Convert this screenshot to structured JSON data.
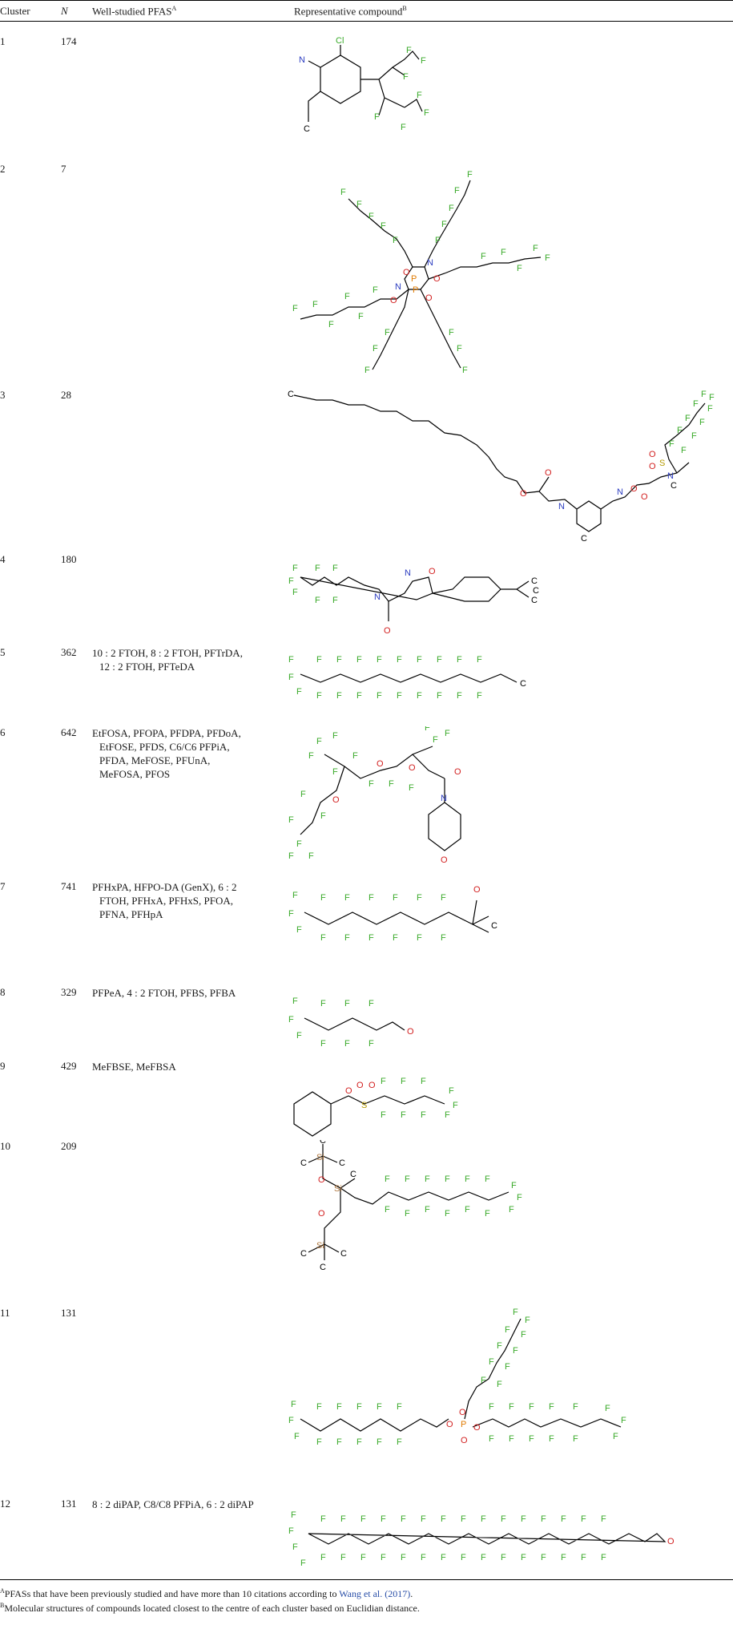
{
  "table": {
    "headers": {
      "cluster": "Cluster",
      "n": "N",
      "pfas": "Well-studied PFAS",
      "pfas_mark": "A",
      "compound": "Representative compound",
      "compound_mark": "B"
    },
    "rows": [
      {
        "cluster": "1",
        "n": "174",
        "pfas": []
      },
      {
        "cluster": "2",
        "n": "7",
        "pfas": []
      },
      {
        "cluster": "3",
        "n": "28",
        "pfas": []
      },
      {
        "cluster": "4",
        "n": "180",
        "pfas": []
      },
      {
        "cluster": "5",
        "n": "362",
        "pfas": [
          "10 : 2 FTOH, 8 : 2 FTOH, PFTrDA,",
          "12 : 2 FTOH, PFTeDA"
        ]
      },
      {
        "cluster": "6",
        "n": "642",
        "pfas": [
          "EtFOSA, PFOPA, PFDPA, PFDoA,",
          "EtFOSE, PFDS, C6/C6 PFPiA,",
          "PFDA, MeFOSE, PFUnA,",
          "MeFOSA, PFOS"
        ]
      },
      {
        "cluster": "7",
        "n": "741",
        "pfas": [
          "PFHxPA, HFPO-DA (GenX), 6 : 2",
          "FTOH, PFHxA, PFHxS, PFOA,",
          "PFNA, PFHpA"
        ]
      },
      {
        "cluster": "8",
        "n": "329",
        "pfas": [
          "PFPeA, 4 : 2 FTOH, PFBS, PFBA"
        ]
      },
      {
        "cluster": "9",
        "n": "429",
        "pfas": [
          "MeFBSE, MeFBSA"
        ]
      },
      {
        "cluster": "10",
        "n": "209",
        "pfas": []
      },
      {
        "cluster": "11",
        "n": "131",
        "pfas": []
      },
      {
        "cluster": "12",
        "n": "131",
        "pfas": [
          "8 : 2 diPAP, C8/C8 PFPiA, 6 : 2 diPAP"
        ]
      }
    ]
  },
  "atoms": {
    "F": "F",
    "Cl": "Cl",
    "N": "N",
    "O": "O",
    "S": "S",
    "P": "P",
    "Si": "Si",
    "C": "C"
  },
  "footnotes": {
    "a_mark": "A",
    "a_text": "PFASs that have been previously studied and have more than 10 citations according to ",
    "a_link": "Wang et al. (2017)",
    "a_end": ".",
    "b_mark": "B",
    "b_text": "Molecular structures of compounds located closest to the centre of each cluster based on Euclidian distance."
  },
  "colors": {
    "fluorine": "#3aaa2a",
    "nitrogen": "#2c3cc0",
    "oxygen": "#d21f1f",
    "sulfur": "#b59a00",
    "phosphorus": "#e07a00",
    "silicon": "#b07840",
    "link": "#2a4fa8"
  }
}
